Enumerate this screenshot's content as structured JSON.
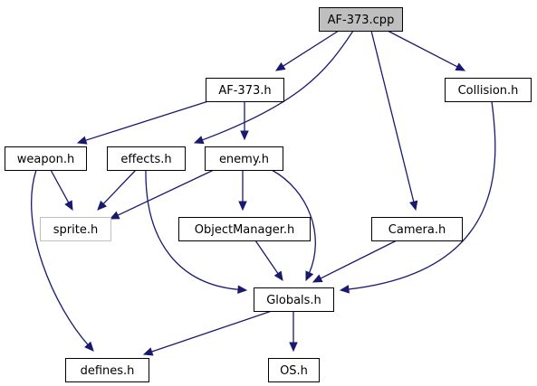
{
  "diagram": {
    "nodes": [
      {
        "id": "af373cpp",
        "label": "AF-373.cpp",
        "style": "root"
      },
      {
        "id": "af373h",
        "label": "AF-373.h",
        "style": "normal"
      },
      {
        "id": "collision",
        "label": "Collision.h",
        "style": "normal"
      },
      {
        "id": "weapon",
        "label": "weapon.h",
        "style": "normal"
      },
      {
        "id": "effects",
        "label": "effects.h",
        "style": "normal"
      },
      {
        "id": "enemy",
        "label": "enemy.h",
        "style": "normal"
      },
      {
        "id": "sprite",
        "label": "sprite.h",
        "style": "missing"
      },
      {
        "id": "objmgr",
        "label": "ObjectManager.h",
        "style": "normal"
      },
      {
        "id": "camera",
        "label": "Camera.h",
        "style": "normal"
      },
      {
        "id": "globals",
        "label": "Globals.h",
        "style": "normal"
      },
      {
        "id": "defines",
        "label": "defines.h",
        "style": "normal"
      },
      {
        "id": "os",
        "label": "OS.h",
        "style": "normal"
      }
    ],
    "edges": [
      {
        "from": "af373cpp",
        "to": "af373h"
      },
      {
        "from": "af373cpp",
        "to": "collision"
      },
      {
        "from": "af373cpp",
        "to": "effects"
      },
      {
        "from": "af373cpp",
        "to": "camera"
      },
      {
        "from": "af373h",
        "to": "weapon"
      },
      {
        "from": "af373h",
        "to": "enemy"
      },
      {
        "from": "weapon",
        "to": "sprite"
      },
      {
        "from": "weapon",
        "to": "defines"
      },
      {
        "from": "effects",
        "to": "sprite"
      },
      {
        "from": "effects",
        "to": "globals"
      },
      {
        "from": "enemy",
        "to": "sprite"
      },
      {
        "from": "enemy",
        "to": "objmgr"
      },
      {
        "from": "enemy",
        "to": "globals"
      },
      {
        "from": "objmgr",
        "to": "globals"
      },
      {
        "from": "camera",
        "to": "globals"
      },
      {
        "from": "collision",
        "to": "globals"
      },
      {
        "from": "globals",
        "to": "defines"
      },
      {
        "from": "globals",
        "to": "os"
      }
    ]
  },
  "colors": {
    "edge": "#191970",
    "root_fill": "#bfbfbf",
    "missing_border": "#bfbfbf",
    "node_border": "#000000",
    "background": "#ffffff"
  }
}
